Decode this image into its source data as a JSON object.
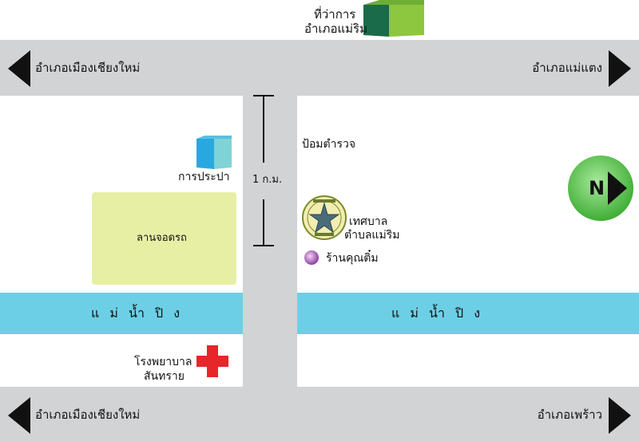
{
  "title": {
    "line1": "ที่ว่าการ",
    "line2": "อำเภอแม่ริม"
  },
  "top_road": {
    "left_label": "อำเภอเมืองเชียงใหม่",
    "right_label": "อำเภอแม่แตง"
  },
  "bottom_road": {
    "left_label": "อำเภอเมืองเชียงใหม่",
    "right_label": "อำเภอเพร้าว"
  },
  "distance_label": "1 ก.ม.",
  "police_box_label": "ป้อมตำรวจ",
  "waterworks_label": "การประปา",
  "parking_label": "ลานจอดรถ",
  "municipality": {
    "line1": "เทศบาล",
    "line2": "ตำบลแม่ริม"
  },
  "shop_label": "ร้านคุณติ๋ม",
  "river": {
    "left_label": "แ ม่ น้ำ ปิ ง",
    "right_label": "แ ม่ น้ำ ปิ ง"
  },
  "hospital": {
    "line1": "โรงพยาบาล",
    "line2": "สันทราย"
  },
  "north_label": "N",
  "colors": {
    "road": "#d1d3d4",
    "river": "#6dcfe6",
    "parking": "#e6efa4",
    "north_green": "#5cc34f",
    "cross_red": "#e6262b",
    "building_dark_green": "#1a6b4a",
    "building_light_green": "#8dc63f"
  }
}
